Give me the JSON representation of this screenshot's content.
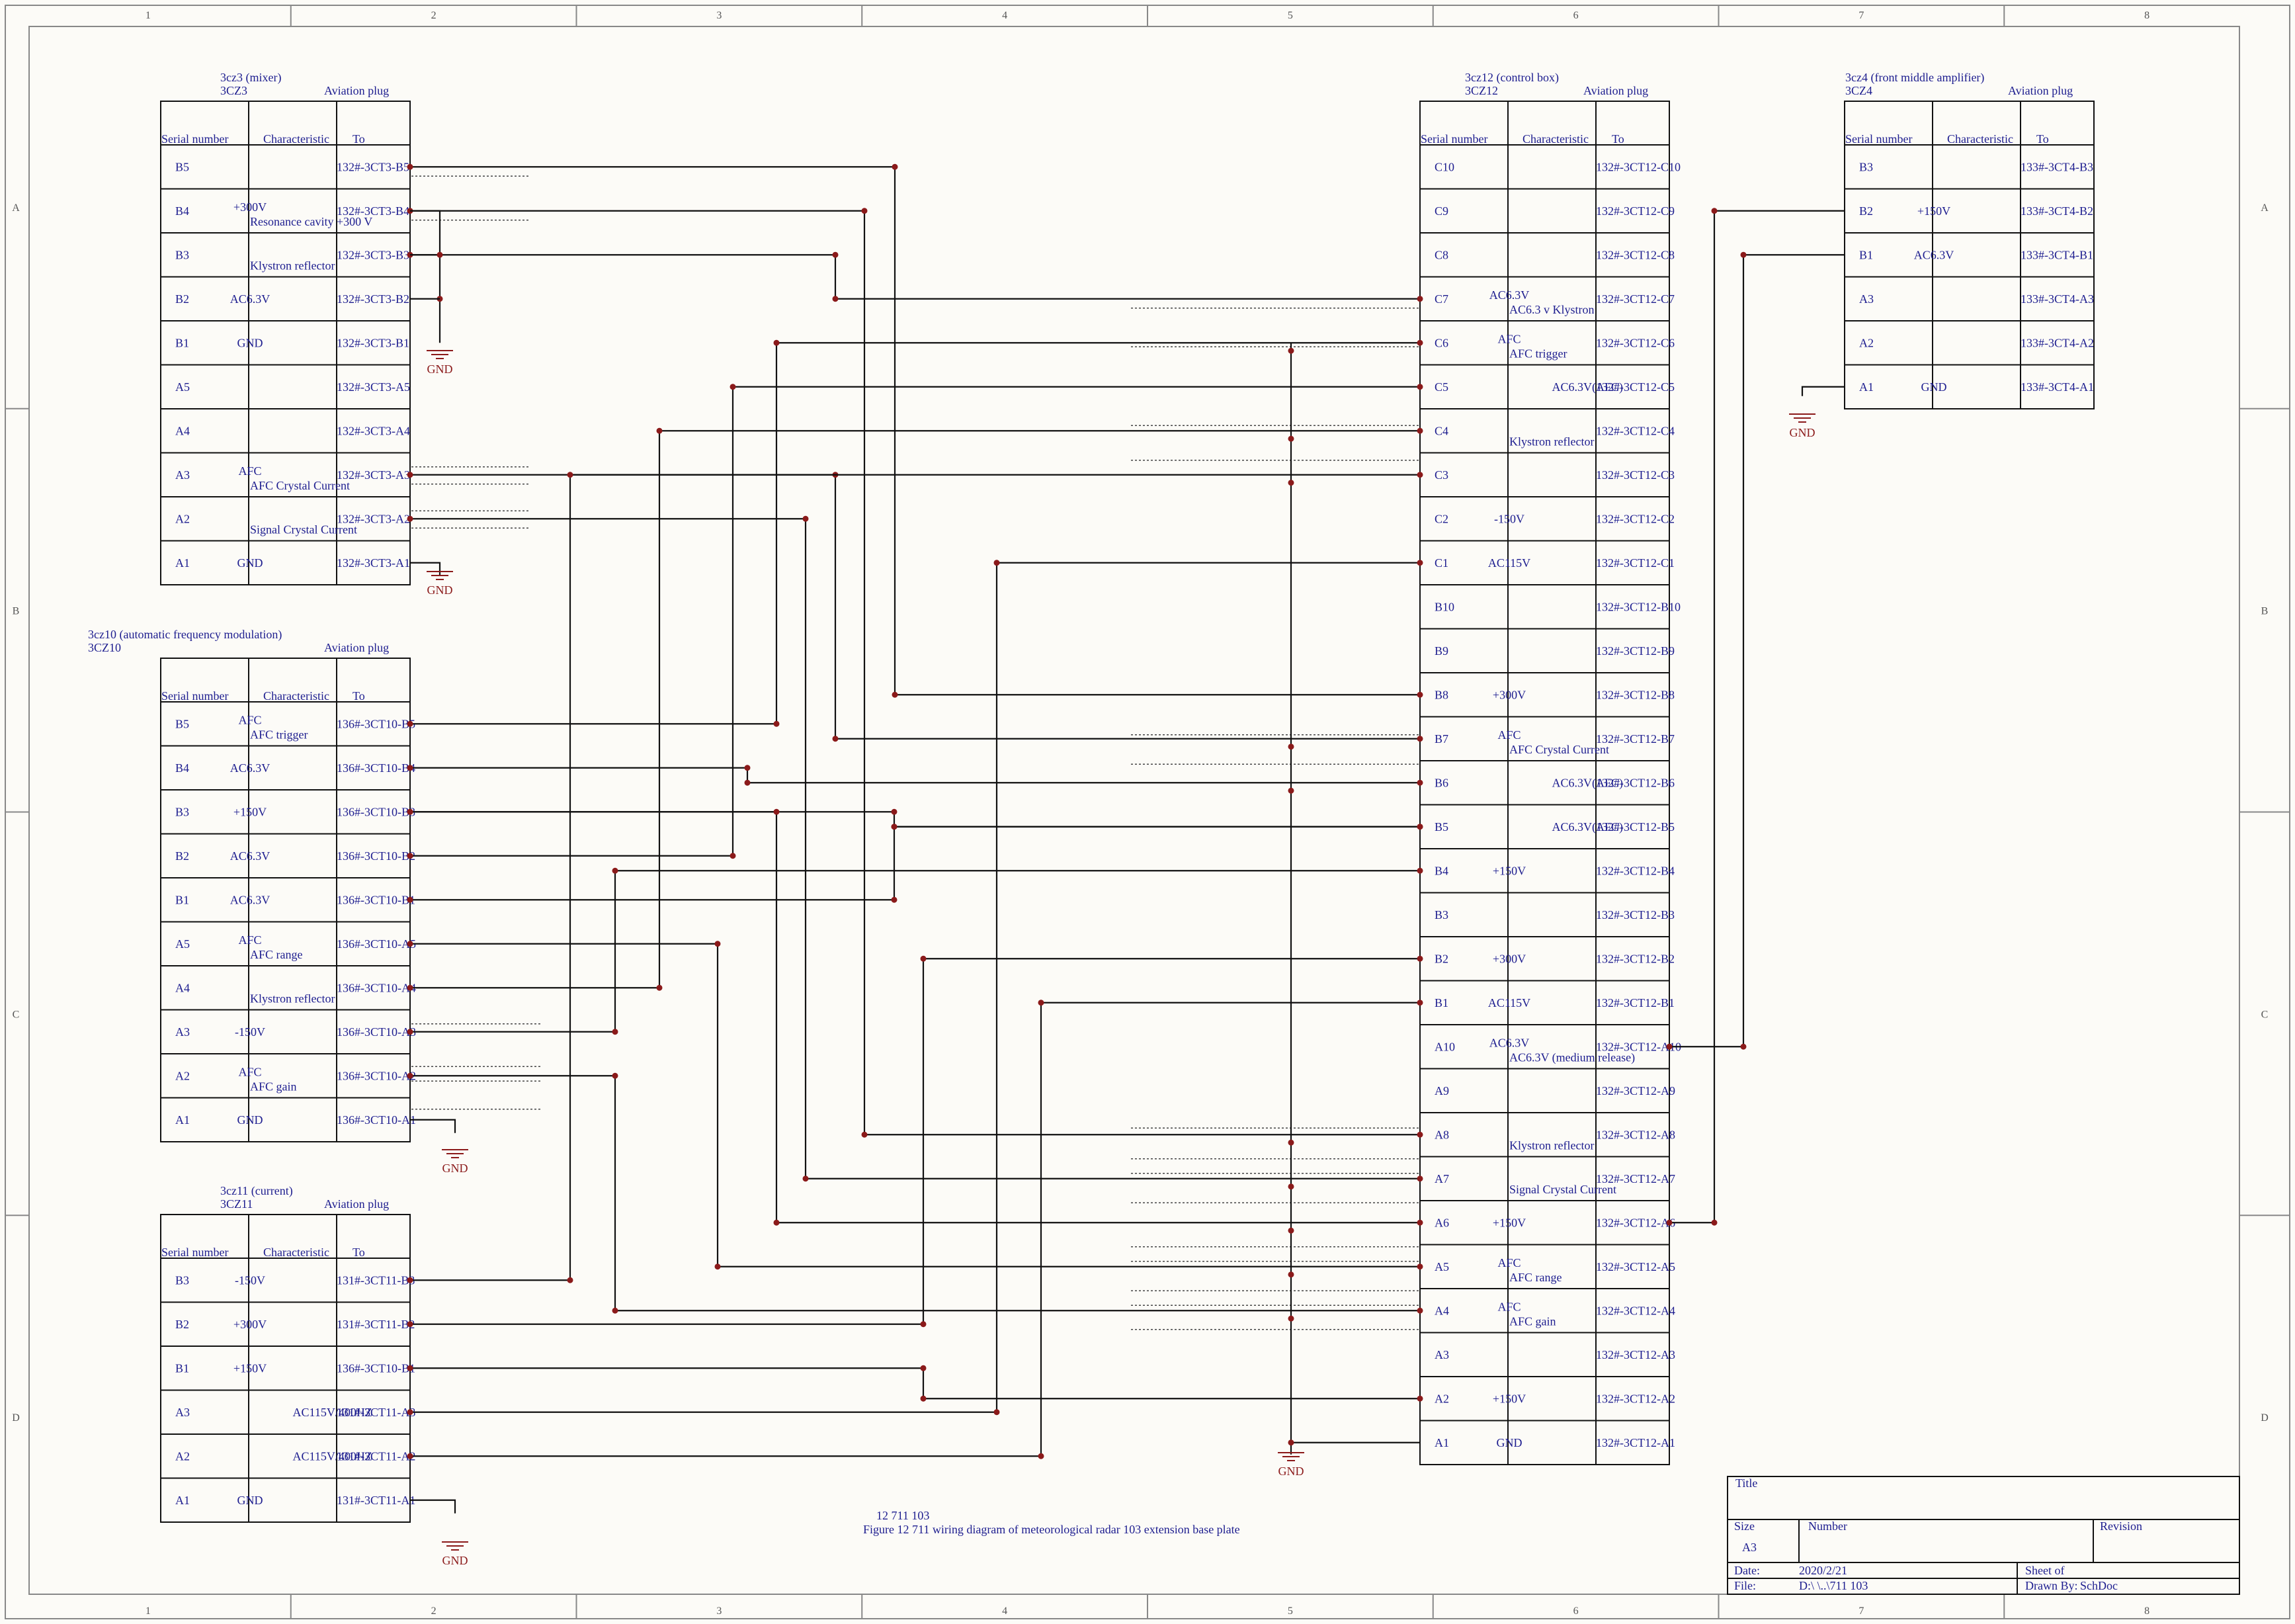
{
  "zones": {
    "cols": [
      "1",
      "2",
      "3",
      "4",
      "5",
      "6",
      "7",
      "8"
    ],
    "rows": [
      "A",
      "B",
      "C",
      "D"
    ]
  },
  "connectors": [
    {
      "id": "3cz3",
      "title": "3cz3 (mixer)",
      "code": "3CZ3",
      "plug": "Aviation plug",
      "headers": [
        "Serial number",
        "Characteristic",
        "To"
      ],
      "rows": [
        {
          "pin": "B5",
          "char": "",
          "to": "132#-3CT3-B5",
          "note": ""
        },
        {
          "pin": "B4",
          "char": "+300V",
          "to": "132#-3CT3-B4",
          "note": "Resonance cavity +300 V"
        },
        {
          "pin": "B3",
          "char": "",
          "to": "132#-3CT3-B3",
          "note": "Klystron reflector"
        },
        {
          "pin": "B2",
          "char": "AC6.3V",
          "to": "132#-3CT3-B2",
          "note": ""
        },
        {
          "pin": "B1",
          "char": "GND",
          "to": "132#-3CT3-B1",
          "note": ""
        },
        {
          "pin": "A5",
          "char": "",
          "to": "132#-3CT3-A5",
          "note": ""
        },
        {
          "pin": "A4",
          "char": "",
          "to": "132#-3CT3-A4",
          "note": ""
        },
        {
          "pin": "A3",
          "char": "AFC",
          "to": "132#-3CT3-A3",
          "note": "AFC Crystal Current"
        },
        {
          "pin": "A2",
          "char": "",
          "to": "132#-3CT3-A2",
          "note": "Signal Crystal Current"
        },
        {
          "pin": "A1",
          "char": "GND",
          "to": "132#-3CT3-A1",
          "note": ""
        }
      ]
    },
    {
      "id": "3cz10",
      "title": "3cz10 (automatic frequency modulation)",
      "code": "3CZ10",
      "plug": "Aviation plug",
      "headers": [
        "Serial number",
        "Characteristic",
        "To"
      ],
      "rows": [
        {
          "pin": "B5",
          "char": "AFC",
          "to": "136#-3CT10-B5",
          "note": "AFC trigger"
        },
        {
          "pin": "B4",
          "char": "AC6.3V",
          "to": "136#-3CT10-B4",
          "note": ""
        },
        {
          "pin": "B3",
          "char": "+150V",
          "to": "136#-3CT10-B3",
          "note": ""
        },
        {
          "pin": "B2",
          "char": "AC6.3V",
          "to": "136#-3CT10-B2",
          "note": ""
        },
        {
          "pin": "B1",
          "char": "AC6.3V",
          "to": "136#-3CT10-B1",
          "note": ""
        },
        {
          "pin": "A5",
          "char": "AFC",
          "to": "136#-3CT10-A5",
          "note": "AFC range"
        },
        {
          "pin": "A4",
          "char": "",
          "to": "136#-3CT10-A4",
          "note": "Klystron reflector"
        },
        {
          "pin": "A3",
          "char": "-150V",
          "to": "136#-3CT10-A3",
          "note": ""
        },
        {
          "pin": "A2",
          "char": "AFC",
          "to": "136#-3CT10-A2",
          "note": "AFC gain"
        },
        {
          "pin": "A1",
          "char": "GND",
          "to": "136#-3CT10-A1",
          "note": ""
        }
      ]
    },
    {
      "id": "3cz11",
      "title": "3cz11 (current)",
      "code": "3CZ11",
      "plug": "Aviation plug",
      "headers": [
        "Serial number",
        "Characteristic",
        "To"
      ],
      "rows": [
        {
          "pin": "B3",
          "char": "-150V",
          "to": "131#-3CT11-B3",
          "note": ""
        },
        {
          "pin": "B2",
          "char": "+300V",
          "to": "131#-3CT11-B2",
          "note": ""
        },
        {
          "pin": "B1",
          "char": "+150V",
          "to": "136#-3CT10-B1",
          "note": ""
        },
        {
          "pin": "A3",
          "char": "AC115V/400HZ",
          "to": "131#-3CT11-A3",
          "note": ""
        },
        {
          "pin": "A2",
          "char": "AC115V/400HZ",
          "to": "131#-3CT11-A2",
          "note": ""
        },
        {
          "pin": "A1",
          "char": "GND",
          "to": "131#-3CT11-A1",
          "note": ""
        }
      ]
    },
    {
      "id": "3cz12",
      "title": "3cz12 (control box)",
      "code": "3CZ12",
      "plug": "Aviation plug",
      "headers": [
        "Serial number",
        "Characteristic",
        "To"
      ],
      "rows": [
        {
          "pin": "C10",
          "char": "",
          "to": "132#-3CT12-C10",
          "note": ""
        },
        {
          "pin": "C9",
          "char": "",
          "to": "132#-3CT12-C9",
          "note": ""
        },
        {
          "pin": "C8",
          "char": "",
          "to": "132#-3CT12-C8",
          "note": ""
        },
        {
          "pin": "C7",
          "char": "AC6.3V",
          "to": "132#-3CT12-C7",
          "note": "AC6.3 v Klystron"
        },
        {
          "pin": "C6",
          "char": "AFC",
          "to": "132#-3CT12-C6",
          "note": "AFC trigger"
        },
        {
          "pin": "C5",
          "char": "AC6.3V(AFC)",
          "to": "132#-3CT12-C5",
          "note": ""
        },
        {
          "pin": "C4",
          "char": "",
          "to": "132#-3CT12-C4",
          "note": "Klystron reflector"
        },
        {
          "pin": "C3",
          "char": "",
          "to": "132#-3CT12-C3",
          "note": ""
        },
        {
          "pin": "C2",
          "char": "-150V",
          "to": "132#-3CT12-C2",
          "note": ""
        },
        {
          "pin": "C1",
          "char": "AC115V",
          "to": "132#-3CT12-C1",
          "note": ""
        },
        {
          "pin": "B10",
          "char": "",
          "to": "132#-3CT12-B10",
          "note": ""
        },
        {
          "pin": "B9",
          "char": "",
          "to": "132#-3CT12-B9",
          "note": ""
        },
        {
          "pin": "B8",
          "char": "+300V",
          "to": "132#-3CT12-B8",
          "note": ""
        },
        {
          "pin": "B7",
          "char": "AFC",
          "to": "132#-3CT12-B7",
          "note": "AFC Crystal Current"
        },
        {
          "pin": "B6",
          "char": "AC6.3V(AFC)",
          "to": "132#-3CT12-B6",
          "note": ""
        },
        {
          "pin": "B5",
          "char": "AC6.3V(AFC)",
          "to": "132#-3CT12-B5",
          "note": ""
        },
        {
          "pin": "B4",
          "char": "+150V",
          "to": "132#-3CT12-B4",
          "note": ""
        },
        {
          "pin": "B3",
          "char": "",
          "to": "132#-3CT12-B3",
          "note": ""
        },
        {
          "pin": "B2",
          "char": "+300V",
          "to": "132#-3CT12-B2",
          "note": ""
        },
        {
          "pin": "B1",
          "char": "AC115V",
          "to": "132#-3CT12-B1",
          "note": ""
        },
        {
          "pin": "A10",
          "char": "AC6.3V",
          "to": "132#-3CT12-A10",
          "note": "AC6.3V (medium release)"
        },
        {
          "pin": "A9",
          "char": "",
          "to": "132#-3CT12-A9",
          "note": ""
        },
        {
          "pin": "A8",
          "char": "",
          "to": "132#-3CT12-A8",
          "note": "Klystron reflector"
        },
        {
          "pin": "A7",
          "char": "",
          "to": "132#-3CT12-A7",
          "note": "Signal Crystal Current"
        },
        {
          "pin": "A6",
          "char": "+150V",
          "to": "132#-3CT12-A6",
          "note": ""
        },
        {
          "pin": "A5",
          "char": "AFC",
          "to": "132#-3CT12-A5",
          "note": "AFC range"
        },
        {
          "pin": "A4",
          "char": "AFC",
          "to": "132#-3CT12-A4",
          "note": "AFC gain"
        },
        {
          "pin": "A3",
          "char": "",
          "to": "132#-3CT12-A3",
          "note": ""
        },
        {
          "pin": "A2",
          "char": "+150V",
          "to": "132#-3CT12-A2",
          "note": ""
        },
        {
          "pin": "A1",
          "char": "GND",
          "to": "132#-3CT12-A1",
          "note": ""
        }
      ]
    },
    {
      "id": "3cz4",
      "title": "3cz4 (front middle amplifier)",
      "code": "3CZ4",
      "plug": "Aviation plug",
      "headers": [
        "Serial number",
        "Characteristic",
        "To"
      ],
      "rows": [
        {
          "pin": "B3",
          "char": "",
          "to": "133#-3CT4-B3",
          "note": ""
        },
        {
          "pin": "B2",
          "char": "+150V",
          "to": "133#-3CT4-B2",
          "note": ""
        },
        {
          "pin": "B1",
          "char": "AC6.3V",
          "to": "133#-3CT4-B1",
          "note": ""
        },
        {
          "pin": "A3",
          "char": "",
          "to": "133#-3CT4-A3",
          "note": ""
        },
        {
          "pin": "A2",
          "char": "",
          "to": "133#-3CT4-A2",
          "note": ""
        },
        {
          "pin": "A1",
          "char": "GND",
          "to": "133#-3CT4-A1",
          "note": ""
        }
      ]
    }
  ],
  "ground_label": "GND",
  "caption": {
    "line1": "12      711                103",
    "line2": "Figure 12     711 wiring diagram of meteorological radar 103 extension base plate"
  },
  "title_block": {
    "title_label": "Title",
    "size_label": "Size",
    "size_value": "A3",
    "number_label": "Number",
    "revision_label": "Revision",
    "date_label": "Date:",
    "date_value": "2020/2/21",
    "sheet_label": "Sheet    of",
    "file_label": "File:",
    "file_value": "D:\\          \\..\\711              103",
    "drawn_label": "Drawn By:",
    "drawn_value": "SchDoc"
  }
}
